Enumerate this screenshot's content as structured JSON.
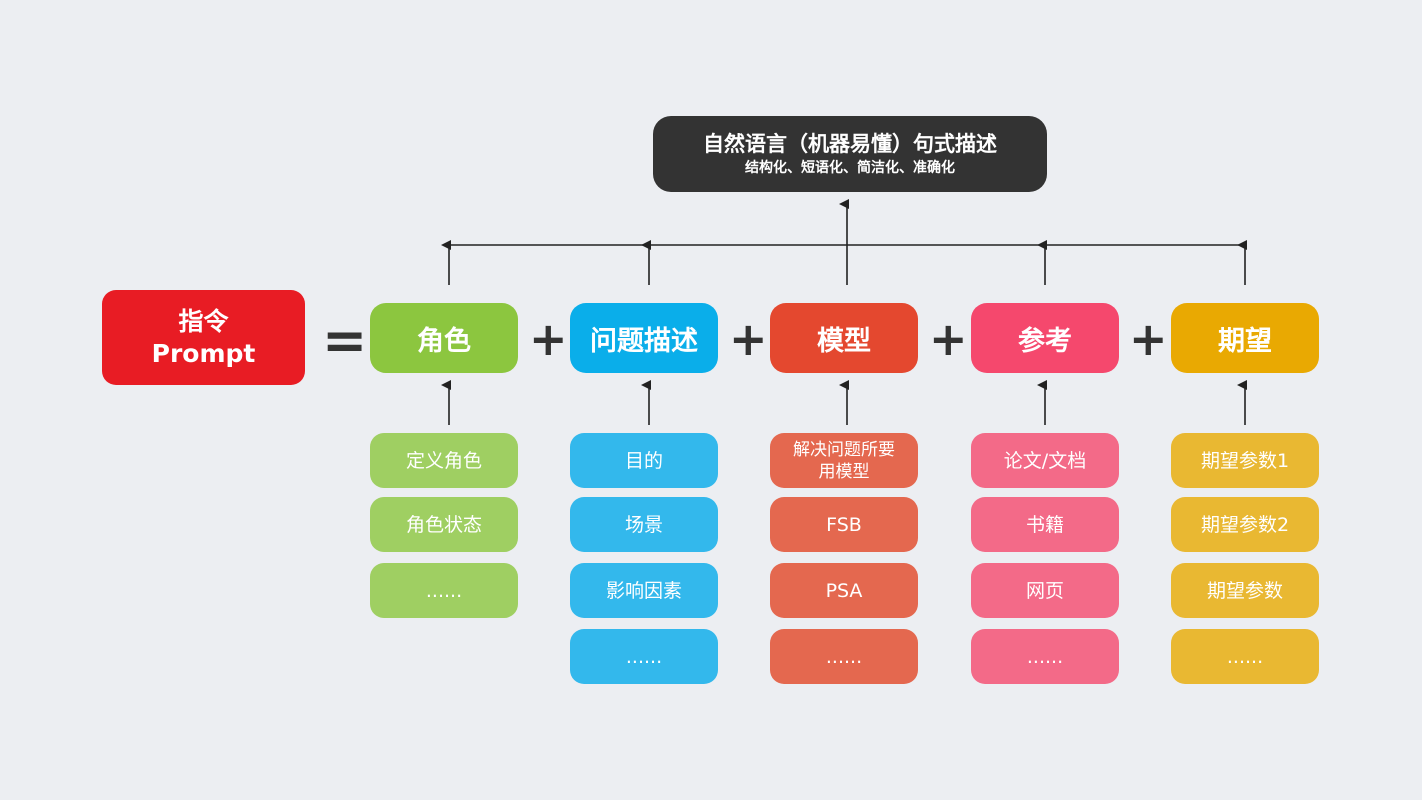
{
  "top": {
    "title": "自然语言（机器易懂）句式描述",
    "subtitle": "结构化、短语化、简洁化、准确化"
  },
  "prompt": {
    "line1": "指令",
    "line2": "Prompt"
  },
  "equals": "=",
  "plus": "+",
  "columns": [
    {
      "title": "角色",
      "color": "#8cc63f",
      "sub_color": "#9fcf62",
      "items": [
        "定义角色",
        "角色状态",
        "......"
      ]
    },
    {
      "title": "问题描述",
      "color": "#0aaeea",
      "sub_color": "#33b8ec",
      "items": [
        "目的",
        "场景",
        "影响因素",
        "......"
      ]
    },
    {
      "title": "模型",
      "color": "#e4482f",
      "sub_color": "#e4684f",
      "items": [
        "解决问题所要用模型",
        "FSB",
        "PSA",
        "......"
      ]
    },
    {
      "title": "参考",
      "color": "#f5486d",
      "sub_color": "#f36a88",
      "items": [
        "论文/文档",
        "书籍",
        "网页",
        "......"
      ]
    },
    {
      "title": "期望",
      "color": "#e9a902",
      "sub_color": "#e9b832",
      "items": [
        "期望参数1",
        "期望参数2",
        "期望参数",
        "......"
      ]
    }
  ]
}
